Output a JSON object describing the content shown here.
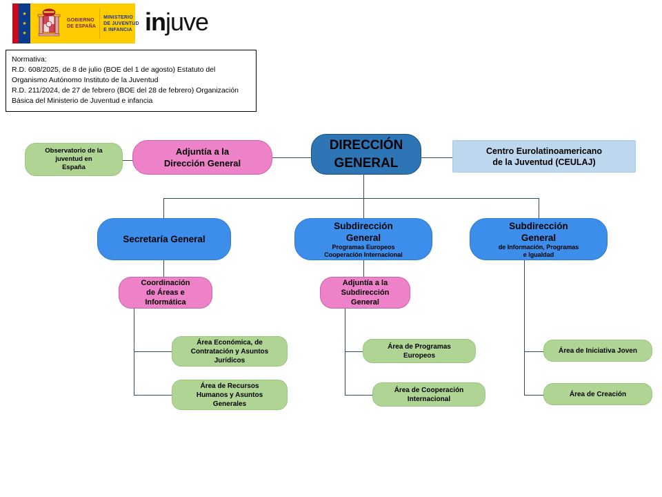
{
  "header": {
    "government_label_line1": "GOBIERNO",
    "government_label_line2": "DE ESPAÑA",
    "ministry_label_line1": "MINISTERIO",
    "ministry_label_line2": "DE JUVENTUD",
    "ministry_label_line3": "E INFANCIA",
    "brand_bold": "in",
    "brand_light": "juve",
    "banner_color": "#FFCC00"
  },
  "normativa": {
    "title": "Normativa:",
    "lines": [
      "R.D. 608/2025, de 8 de julio (BOE del 1 de agosto) Estatuto del",
      "Organismo Autónomo Instituto de la Juventud",
      "R.D. 211/2024, de 27 de febrero (BOE del 28 de febrero) Organización",
      "Básica del Ministerio de Juventud e infancia"
    ]
  },
  "chart_data": {
    "type": "diagram",
    "title": "Organigrama INJUVE",
    "colors": {
      "direccion_general": "#2E75B6",
      "subdireccion": "#3C8EEA",
      "adjuntia": "#EE82C8",
      "area": "#AFD493",
      "ceulaj": "#BDD7EE",
      "connector": "#2E4A62"
    },
    "nodes": {
      "direccion_general": {
        "line1": "DIRECCIÓN",
        "line2": "GENERAL",
        "level": 0,
        "type": "direccion"
      },
      "observatorio": {
        "line1": "Observatorio de la",
        "line2": "juventud en",
        "line3": "España",
        "level": 1,
        "type": "area"
      },
      "adjuntia_dg": {
        "line1": "Adjuntía a la",
        "line2": "Dirección General",
        "level": 1,
        "type": "adjuntia"
      },
      "ceulaj": {
        "line1": "Centro Eurolatinoamericano",
        "line2": "de la Juventud (CEULAJ)",
        "level": 1,
        "type": "centro"
      },
      "secretaria_general": {
        "line1": "Secretaría General",
        "level": 2,
        "type": "subdireccion"
      },
      "sg_programas_europeos": {
        "line1": "Subdirección",
        "line2": "General",
        "sub1": "Programas Europeos",
        "sub2": "Cooperación Internacional",
        "level": 2,
        "type": "subdireccion"
      },
      "sg_informacion": {
        "line1": "Subdirección",
        "line2": "General",
        "sub1": "de Información, Programas",
        "sub2": "e Igualdad",
        "level": 2,
        "type": "subdireccion"
      },
      "coordinacion_areas": {
        "line1": "Coordinación",
        "line2": "de Áreas e",
        "line3": "Informática",
        "level": 3,
        "type": "adjuntia"
      },
      "adjuntia_sg": {
        "line1": "Adjuntía a la",
        "line2": "Subdirección",
        "line3": "General",
        "level": 3,
        "type": "adjuntia"
      },
      "area_economica": {
        "line1": "Área Económica, de",
        "line2": "Contratación y Asuntos",
        "line3": "Jurídicos",
        "level": 4,
        "type": "area"
      },
      "area_recursos_humanos": {
        "line1": "Área de Recursos",
        "line2": "Humanos y Asuntos",
        "line3": "Generales",
        "level": 4,
        "type": "area"
      },
      "area_programas_europeos": {
        "line1": "Área de Programas",
        "line2": "Europeos",
        "level": 4,
        "type": "area"
      },
      "area_cooperacion": {
        "line1": "Área de Cooperación",
        "line2": "Internacional",
        "level": 4,
        "type": "area"
      },
      "area_iniciativa_joven": {
        "line1": "Área de Iniciativa Joven",
        "level": 4,
        "type": "area"
      },
      "area_creacion": {
        "line1": "Área de Creación",
        "level": 4,
        "type": "area"
      }
    },
    "edges": [
      {
        "from": "direccion_general",
        "to": "adjuntia_dg"
      },
      {
        "from": "adjuntia_dg",
        "to": "observatorio"
      },
      {
        "from": "direccion_general",
        "to": "ceulaj"
      },
      {
        "from": "direccion_general",
        "to": "secretaria_general"
      },
      {
        "from": "direccion_general",
        "to": "sg_programas_europeos"
      },
      {
        "from": "direccion_general",
        "to": "sg_informacion"
      },
      {
        "from": "secretaria_general",
        "to": "coordinacion_areas"
      },
      {
        "from": "coordinacion_areas",
        "to": "area_economica"
      },
      {
        "from": "coordinacion_areas",
        "to": "area_recursos_humanos"
      },
      {
        "from": "sg_programas_europeos",
        "to": "adjuntia_sg"
      },
      {
        "from": "adjuntia_sg",
        "to": "area_programas_europeos"
      },
      {
        "from": "adjuntia_sg",
        "to": "area_cooperacion"
      },
      {
        "from": "sg_informacion",
        "to": "area_iniciativa_joven"
      },
      {
        "from": "sg_informacion",
        "to": "area_creacion"
      }
    ]
  }
}
